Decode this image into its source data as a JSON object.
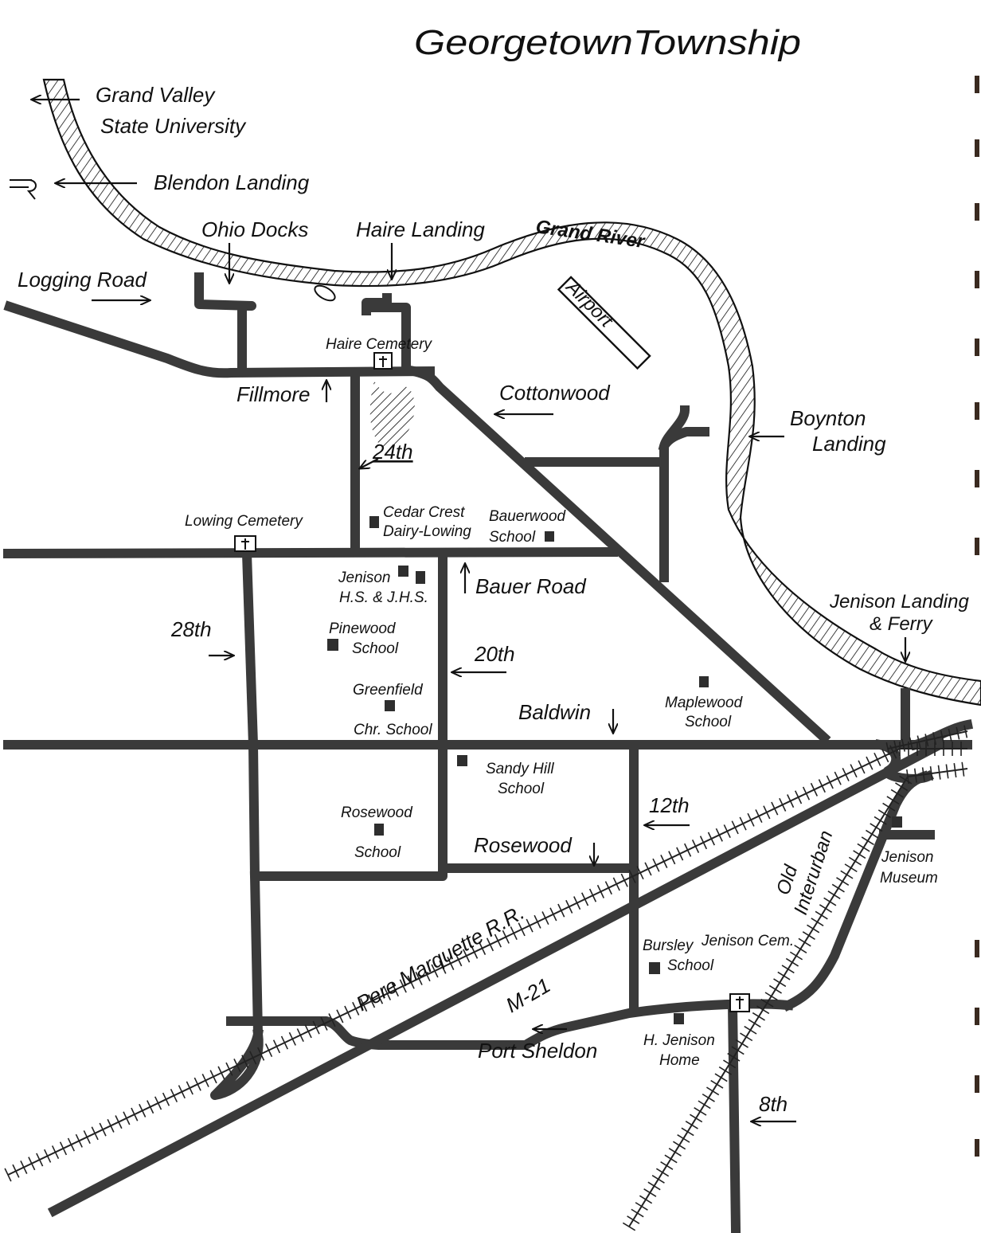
{
  "title": "GeorgetownTownship",
  "labels": {
    "grand_valley": [
      "Grand Valley",
      "State University"
    ],
    "blendon_landing": "Blendon Landing",
    "ohio_docks": "Ohio Docks",
    "haire_landing": "Haire Landing",
    "grand_river": "Grand River",
    "logging_road": "Logging Road",
    "airport": "Airport",
    "haire_cemetery": "Haire Cemetery",
    "fillmore": "Fillmore",
    "cottonwood": "Cottonwood",
    "boynton_landing": [
      "Boynton",
      "Landing"
    ],
    "street_24th": "24th",
    "cedar_crest": [
      "Cedar Crest",
      "Dairy-Lowing"
    ],
    "bauerwood_school": [
      "Bauerwood",
      "School"
    ],
    "lowing_cemetery": "Lowing Cemetery",
    "jenison_hs": [
      "Jenison",
      "H.S. & J.H.S."
    ],
    "bauer_road": "Bauer Road",
    "jenison_landing": [
      "Jenison Landing",
      "& Ferry"
    ],
    "street_28th": "28th",
    "pinewood_school": [
      "Pinewood",
      "School"
    ],
    "street_20th": "20th",
    "greenfield": [
      "Greenfield",
      "Chr. School"
    ],
    "baldwin": "Baldwin",
    "maplewood_school": [
      "Maplewood",
      "School"
    ],
    "sandy_hill_school": [
      "Sandy Hill",
      "School"
    ],
    "rosewood_school": [
      "Rosewood",
      "School"
    ],
    "street_12th": "12th",
    "rosewood": "Rosewood",
    "old_interurban": [
      "Old",
      "Interurban"
    ],
    "jenison_museum": [
      "Jenison",
      "Museum"
    ],
    "pere_marquette": "Pere Marquette R.R.",
    "m21": "M-21",
    "bursley_school": [
      "Bursley",
      "School"
    ],
    "jenison_cem": "Jenison Cem.",
    "h_jenison_home": [
      "H. Jenison",
      "Home"
    ],
    "port_sheldon": "Port Sheldon",
    "street_8th": "8th"
  },
  "colors": {
    "road": "#3a3a3a",
    "ink": "#111111",
    "background": "#ffffff",
    "binding": "#3a2a20"
  },
  "icons": [
    "cemetery-cross-icon",
    "building-square-icon",
    "railroad-track-icon",
    "direction-arrow-icon"
  ]
}
